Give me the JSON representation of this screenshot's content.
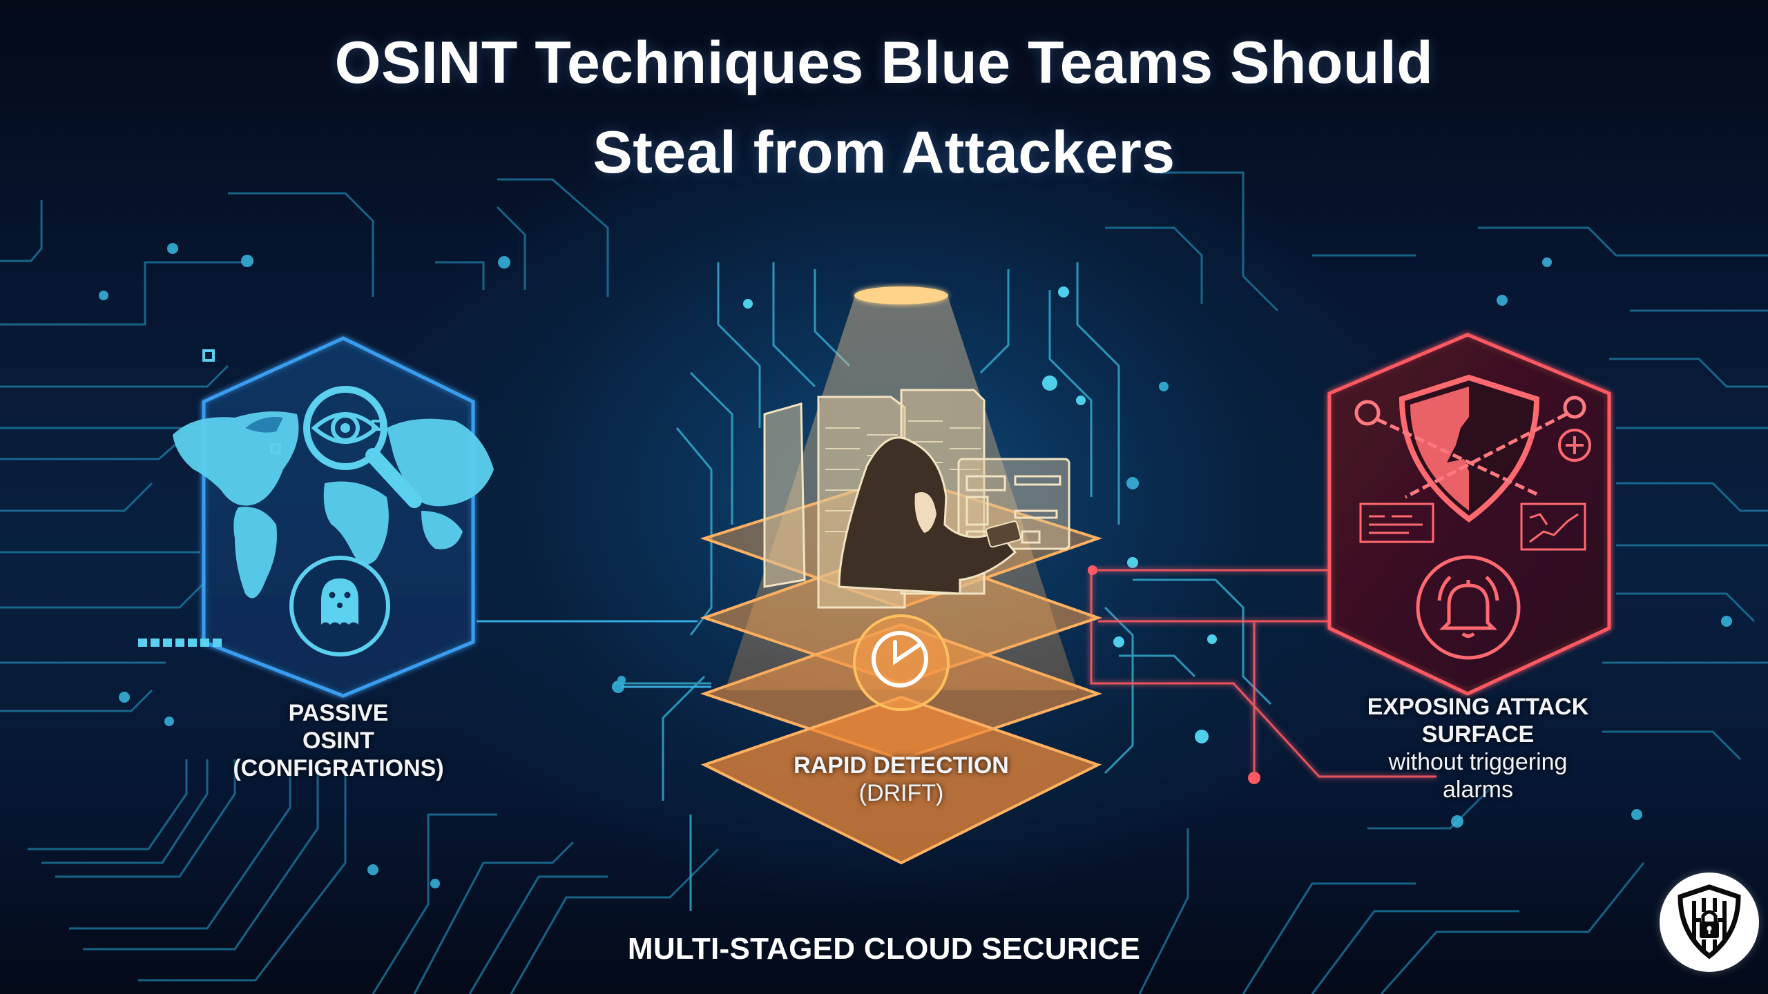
{
  "header": {
    "title_line_1": "OSINT Techniques Blue Teams Should",
    "title_line_2": "Steal from Attackers"
  },
  "panels": [
    {
      "id": "passive-osint",
      "theme_color": "#3fb8f0",
      "icons": [
        "world-map-icon",
        "magnifier-eye-icon",
        "ghost-icon"
      ],
      "label_lines": [
        "PASSIVE",
        "OSINT",
        "(CONFIGRATIONS)"
      ]
    },
    {
      "id": "rapid-detection",
      "theme_color": "#f2a04a",
      "icons": [
        "spotlight-icon",
        "server-rack-icon",
        "hooded-hacker-icon",
        "dashboard-monitor-icon",
        "layered-planes-icon",
        "clock-icon"
      ],
      "label_lines": [
        "RAPID DETECTION",
        "(DRIFT)"
      ]
    },
    {
      "id": "exposing-attack-surface",
      "theme_color": "#ff5a5f",
      "icons": [
        "broken-shield-icon",
        "chain-icon",
        "plus-circle-icon",
        "code-panel-icon",
        "chart-panel-icon",
        "alarm-bell-icon"
      ],
      "label_caps_lines": [
        "EXPOSING ATTACK",
        "SURFACE"
      ],
      "label_lower_lines": [
        "without triggering",
        "alarms"
      ]
    }
  ],
  "footer": {
    "caption": "MULTI-STAGED CLOUD SECURICE"
  },
  "logo": {
    "icon": "shield-lock-logo-icon"
  },
  "colors": {
    "background": "#050d1e",
    "circuit": "#2aa7c9",
    "blue_panel": "#3fb8f0",
    "orange_panel": "#f2a04a",
    "red_panel": "#ff5a5f"
  }
}
